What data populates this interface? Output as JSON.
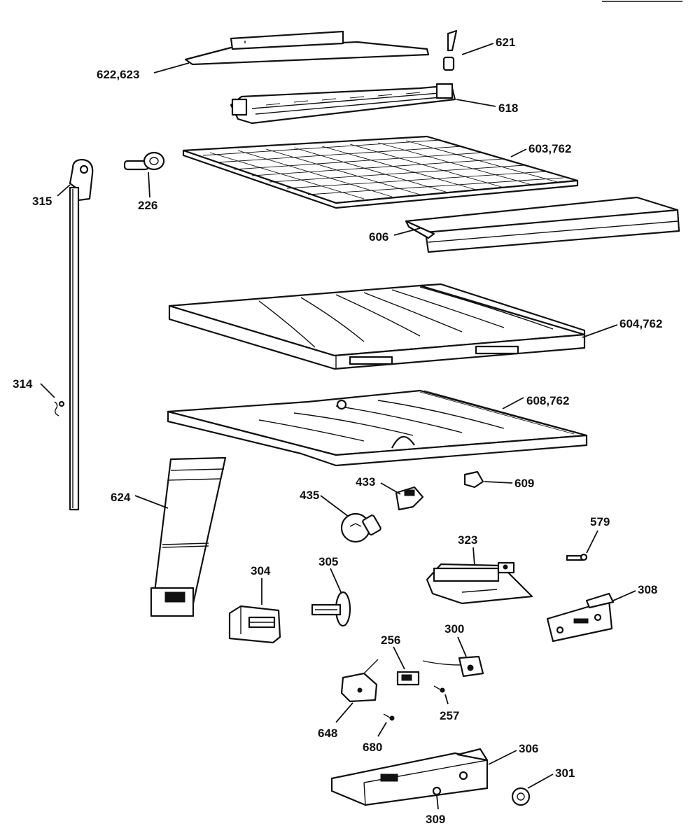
{
  "callouts": {
    "c621": "621",
    "c622_623": "622,623",
    "c618": "618",
    "c603_762": "603,762",
    "c315": "315",
    "c226": "226",
    "c606": "606",
    "c604_762": "604,762",
    "c314": "314",
    "c608_762": "608,762",
    "c624": "624",
    "c433": "433",
    "c609": "609",
    "c435": "435",
    "c579": "579",
    "c323": "323",
    "c304": "304",
    "c305": "305",
    "c308": "308",
    "c256": "256",
    "c300": "300",
    "c257": "257",
    "c648": "648",
    "c680": "680",
    "c306": "306",
    "c301": "301",
    "c309": "309"
  }
}
